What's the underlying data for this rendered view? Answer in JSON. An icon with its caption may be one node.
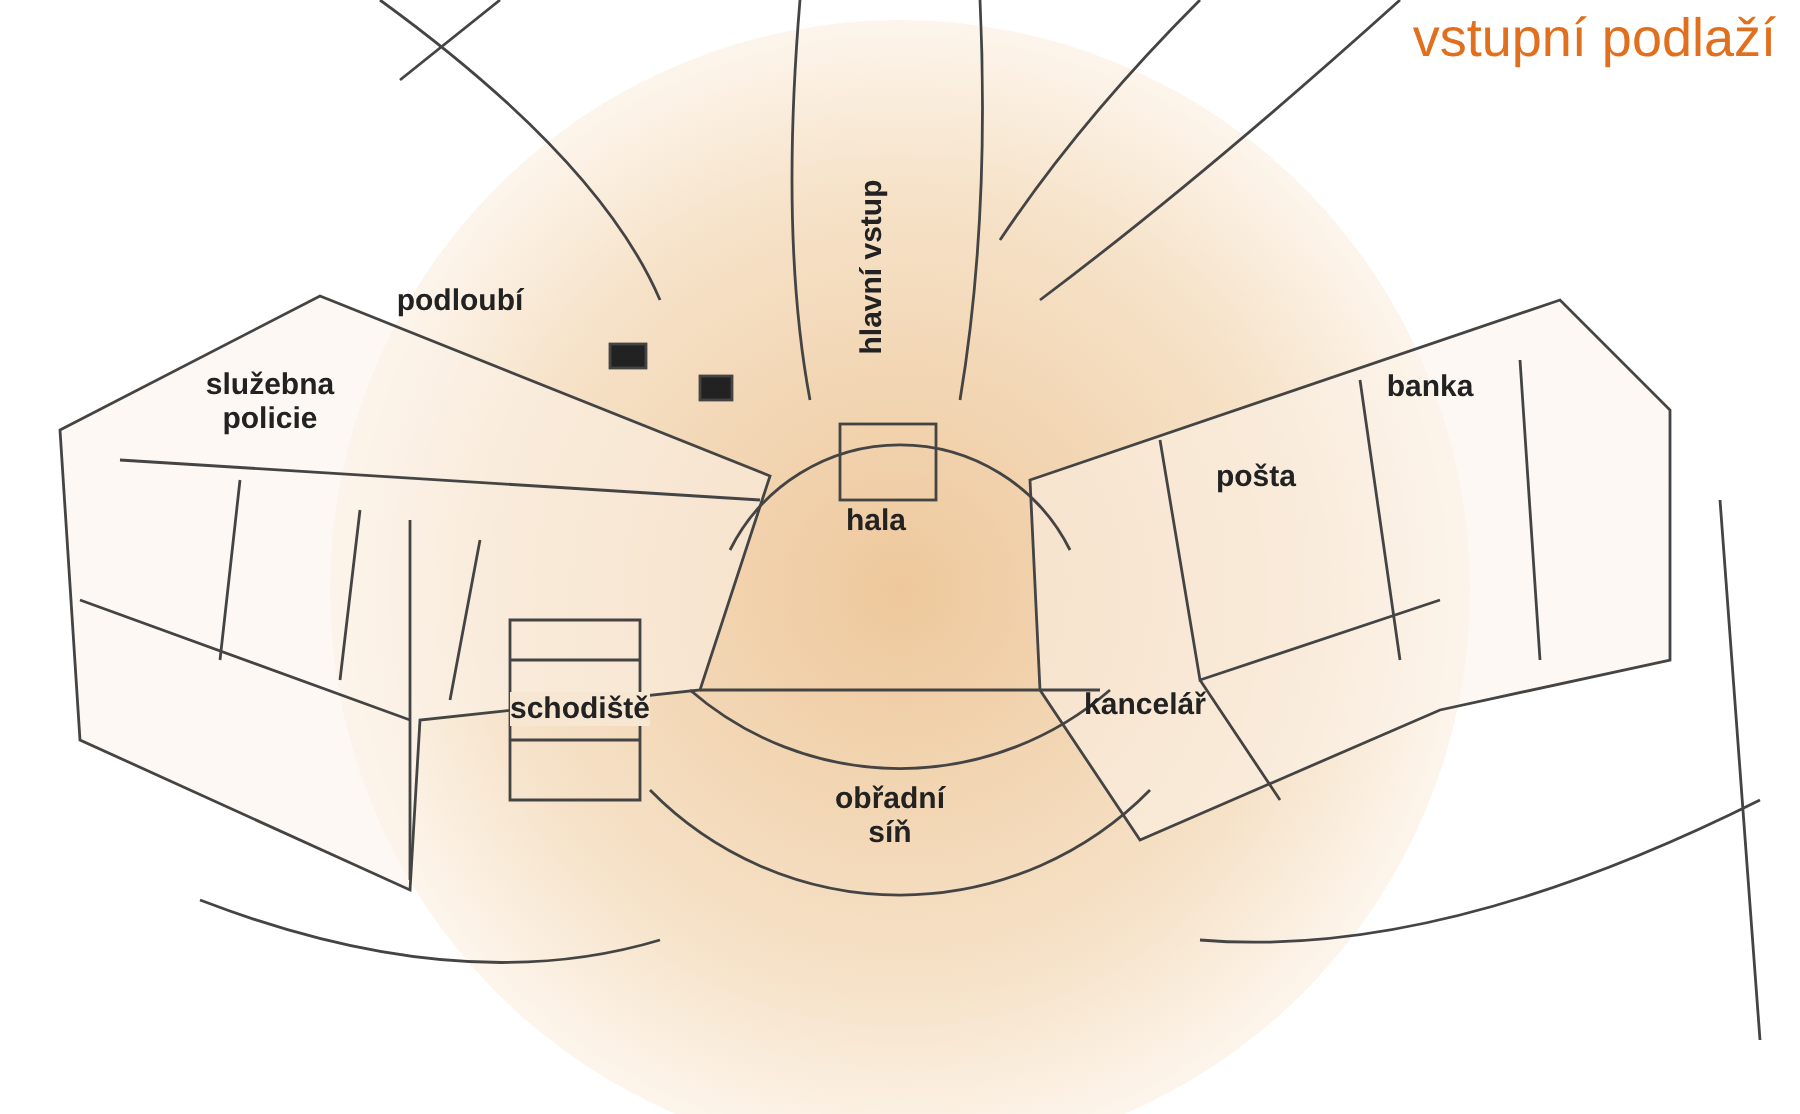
{
  "diagram": {
    "title": "vstupní podlaží",
    "labels": [
      "hlavní vstup",
      "podloubí",
      "banka",
      "služebna policie",
      "pošta",
      "hala",
      "kancelář",
      "schodiště",
      "obřadní síň"
    ]
  }
}
